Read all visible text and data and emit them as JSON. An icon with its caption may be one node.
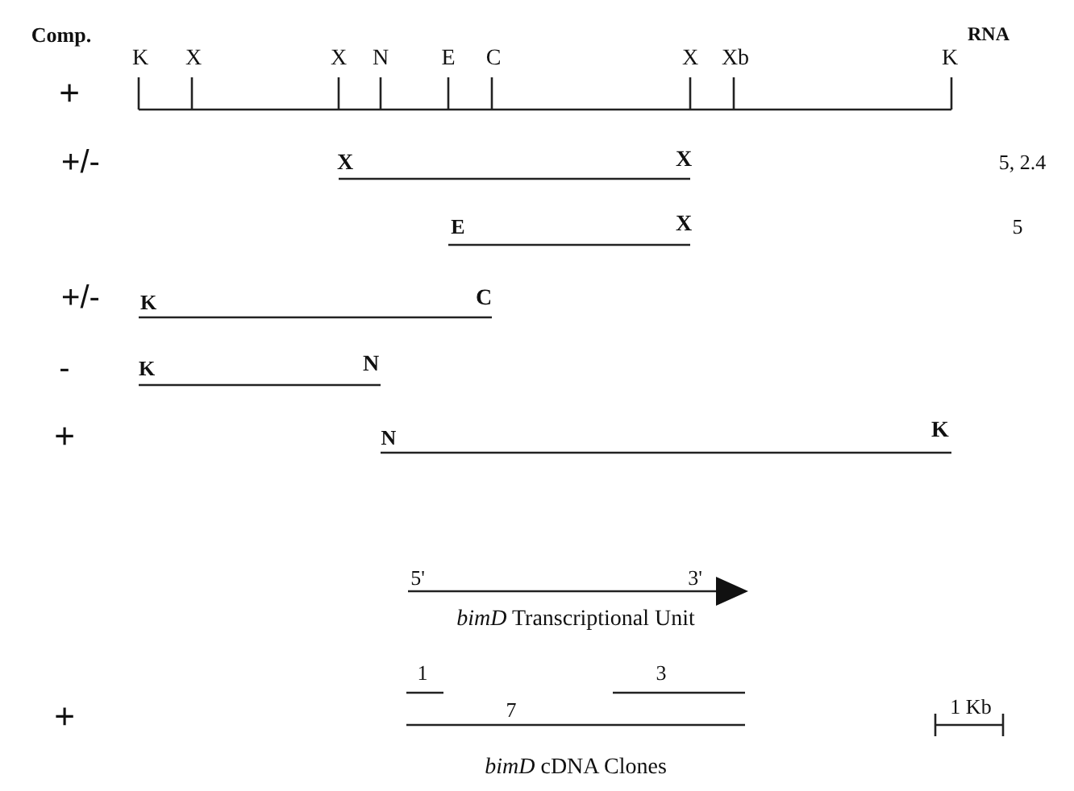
{
  "diagram": {
    "labels": [
      "Comp.",
      "RNA",
      "K",
      "X",
      "X",
      "N",
      "E",
      "C",
      "X",
      "Xb",
      "K",
      "+",
      "+/-",
      "X",
      "X",
      "5, 2.4",
      "E",
      "X",
      "5",
      "+/-",
      "K",
      "C",
      "-",
      "K",
      "N",
      "+",
      "N",
      "K",
      "5'",
      "3'",
      "*bimD* Transcriptional Unit",
      "1",
      "3",
      "7",
      "+",
      "1 Kb",
      "*bimD* cDNA Clones"
    ]
  }
}
